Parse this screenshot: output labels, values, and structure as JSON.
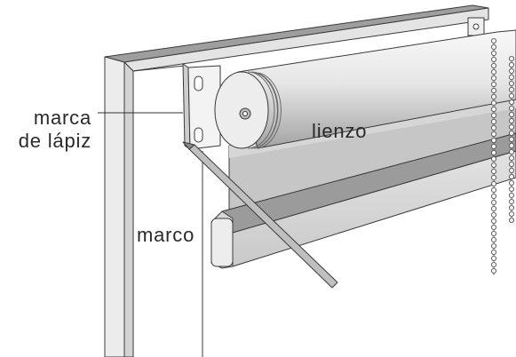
{
  "labels": {
    "pencil_mark_line1": "marca",
    "pencil_mark_line2": "de lápiz",
    "fabric": "lienzo",
    "frame": "marco"
  }
}
